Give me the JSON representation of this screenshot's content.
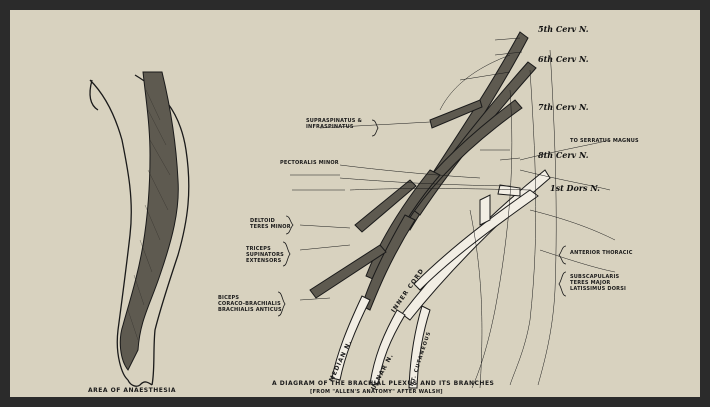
{
  "captions": {
    "left": "AREA OF ANAESTHESIA",
    "right_line1": "A DIAGRAM OF THE BRACHIAL PLEXUS AND ITS BRANCHES",
    "right_line2": "[FROM \"ALLEN'S ANATOMY\" AFTER WALSH]"
  },
  "roots": {
    "c5": "5th Cerv N.",
    "c6": "6th Cerv N.",
    "c7": "7th Cerv N.",
    "c8": "8th Cerv N.",
    "d1": "1st Dors N."
  },
  "labels": {
    "pectoralis_minor": "PECTORALIS MINOR",
    "deltoid": "DELTOID\nTERES MINOR",
    "triceps": "TRICEPS\nSUPINATORS\nEXTENSORS",
    "biceps": "BICEPS\nCORACO-BRACHIALIS\nBRACHIALIS ANTICUS",
    "supraspinatus": "SUPRASPINATUS &\nINFRASPINATUS",
    "inner_cord": "INNER CORD",
    "median": "MEDIAN N.",
    "ulnar": "ULNAR N.",
    "int_cutaneous": "INT. CUTANEOUS",
    "serratus": "TO SERRATUS MAGNUS",
    "subscapularis": "SUBSCAPULARIS\nTERES MAJOR\nLATISSIMUS DORSI",
    "thoracic": "ANTERIOR THORACIC"
  },
  "colors": {
    "paper": "#d8d2bf",
    "ink": "#1a1a1a",
    "shading": "#5e5a50"
  }
}
